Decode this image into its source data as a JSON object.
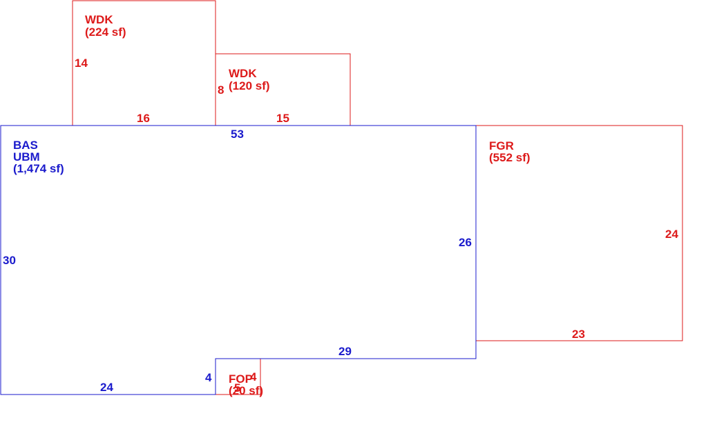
{
  "colors": {
    "main": "#1a1acc",
    "addition": "#dd1a1a"
  },
  "areas": {
    "bas": {
      "line1": "BAS",
      "line2": "UBM",
      "line3": "(1,474 sf)",
      "dims": {
        "top": "53",
        "left": "30",
        "right": "26",
        "lower_right": "29",
        "notch": "4",
        "bottom": "24"
      }
    },
    "wdk1": {
      "line1": "WDK",
      "line2": "(224 sf)",
      "dims": {
        "side": "14",
        "bottom": "16"
      }
    },
    "wdk2": {
      "line1": "WDK",
      "line2": "(120 sf)",
      "dims": {
        "side": "8",
        "bottom": "15"
      }
    },
    "fgr": {
      "line1": "FGR",
      "line2": "(552 sf)",
      "dims": {
        "side": "24",
        "bottom": "23"
      }
    },
    "fop": {
      "line1": "FOP",
      "line2": "(20 sf)",
      "dims": {
        "side": "4",
        "bottom": "5"
      }
    }
  }
}
